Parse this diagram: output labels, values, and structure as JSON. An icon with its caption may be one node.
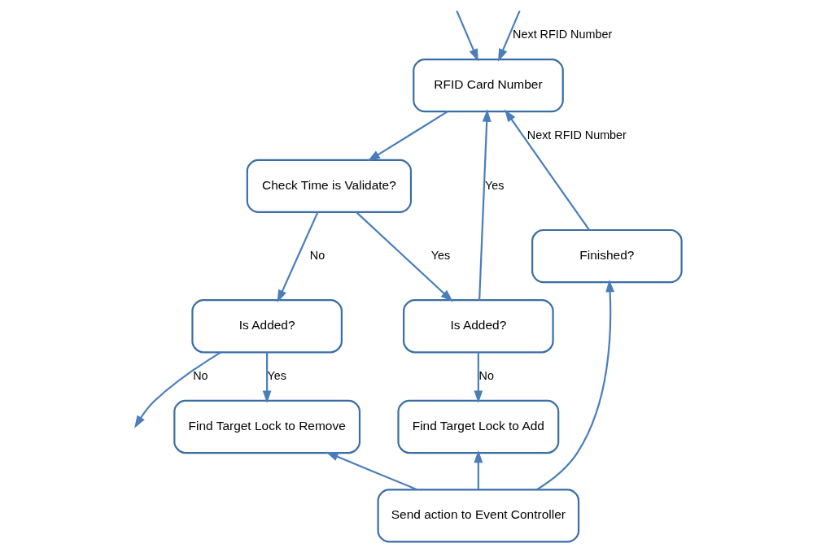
{
  "diagram": {
    "nodes": [
      {
        "text": [
          "RFID Card Number"
        ]
      },
      {
        "text": [
          "Check Time is Validate?"
        ]
      },
      {
        "text": [
          "Is Added?"
        ]
      },
      {
        "text": [
          "Is Added?"
        ]
      },
      {
        "text": [
          "Find Target Lock to Add"
        ]
      },
      {
        "text": [
          "Find Target Lock to Remove"
        ]
      },
      {
        "text": [
          "Finished?"
        ]
      },
      {
        "text": [
          "Send action to Event Controller"
        ]
      }
    ],
    "edges": [
      {
        "from": null,
        "to": 0,
        "arrow": "to"
      },
      {
        "from": null,
        "to": 0,
        "arrow": "to",
        "label": "Next RFID Number"
      },
      {
        "from": 0,
        "to": 1,
        "arrow": "to"
      },
      {
        "from": 1,
        "to": 2,
        "arrow": "to",
        "label": "Yes"
      },
      {
        "from": 1,
        "to": 3,
        "arrow": "to",
        "label": "No"
      },
      {
        "from": 2,
        "to": 0,
        "arrow": "to",
        "label": "Yes"
      },
      {
        "from": 3,
        "to": null,
        "arrow": "to",
        "label": "No"
      },
      {
        "from": 2,
        "to": 4,
        "arrow": "to",
        "label": "No"
      },
      {
        "from": 3,
        "to": 5,
        "arrow": "to",
        "label": "Yes"
      },
      {
        "from": 7,
        "to": 4,
        "arrow": "to"
      },
      {
        "from": 7,
        "to": 5,
        "arrow": "to"
      },
      {
        "from": 7,
        "to": 6,
        "arrow": "to"
      },
      {
        "from": 6,
        "to": 0,
        "arrow": "to",
        "label": "Next RFID Number"
      }
    ]
  }
}
